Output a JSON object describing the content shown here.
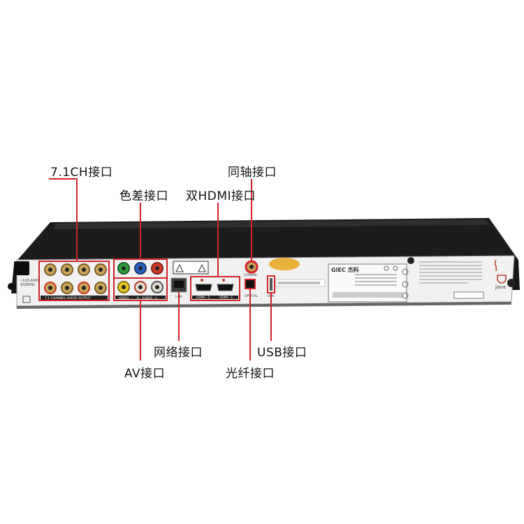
{
  "callouts": {
    "ch71": "7.1CH接口",
    "color_diff": "色差接口",
    "dual_hdmi": "双HDMI接口",
    "coaxial": "同轴接口",
    "network": "网络接口",
    "av": "AV接口",
    "usb": "USB接口",
    "optical": "光纤接口"
  },
  "panel_text": {
    "voltage": "~110-240V",
    "voltage_hz": "50/60Hz",
    "ch71_output": "7.1 CHANNEL AUDIO OUTPUT",
    "video": "VIDEO",
    "audio": "R · AUDIO · L",
    "lan": "LAN",
    "hdmi2": "HDMI · 2",
    "hdmi1": "HDMI · 1",
    "coaxial": "COAXIAL",
    "optical": "OPTICAL",
    "usb": "USB",
    "brand": "GIEC 杰科",
    "java": "Java"
  },
  "colors": {
    "highlight": "#d2232a",
    "panel": "#f3f3f3",
    "body": "#1e1e1e"
  }
}
